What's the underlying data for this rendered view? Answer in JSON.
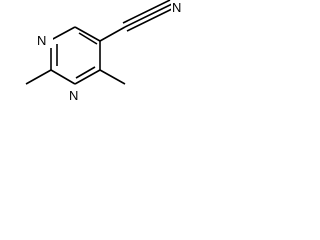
{
  "molecule": {
    "atoms": {
      "n1": "N",
      "n3": "N",
      "cyano_n": "N"
    },
    "bond_color": "#000000",
    "background_color": "#ffffff"
  }
}
